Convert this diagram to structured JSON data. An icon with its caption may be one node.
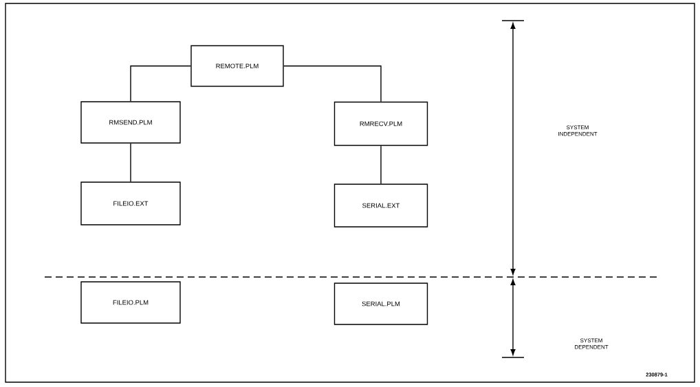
{
  "diagram": {
    "nodes": [
      {
        "text": [
          "REMOTE.PLM"
        ]
      },
      {
        "text": [
          "RMSEND.PLM"
        ]
      },
      {
        "text": [
          "RMRECV.PLM"
        ]
      },
      {
        "text": [
          "FILEIO.EXT"
        ]
      },
      {
        "text": [
          "SERIAL.EXT"
        ]
      },
      {
        "text": [
          "FILEIO.PLM"
        ]
      },
      {
        "text": [
          "SERIAL.PLM"
        ]
      }
    ],
    "edges": [
      {
        "from": 0,
        "to": 1,
        "arrow": "none"
      },
      {
        "from": 0,
        "to": 2,
        "arrow": "none"
      },
      {
        "from": 1,
        "to": 3,
        "arrow": "none"
      },
      {
        "from": 2,
        "to": 4,
        "arrow": "none"
      }
    ],
    "labels": [
      "SYSTEM INDEPENDENT",
      "SYSTEM DEPENDENT",
      "230879-1"
    ]
  }
}
